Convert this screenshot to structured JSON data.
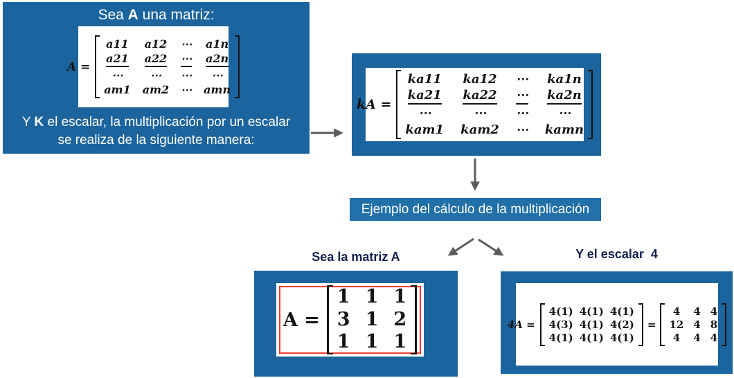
{
  "colors": {
    "box_blue": "#1C649D",
    "bar_blue": "#2170A8",
    "arrow_gray": "#5B5B5D",
    "title_navy": "#13204E",
    "red_frame": "#F23B31",
    "matrix_ink": "#141414",
    "card_white": "#FFFFFF"
  },
  "intro": {
    "title_parts": [
      "Sea ",
      "A",
      " una matriz:"
    ],
    "lhs": "A =",
    "matrix": {
      "rows": [
        [
          "a11",
          "a12",
          "⋯",
          "a1n"
        ],
        [
          "a21",
          "a22",
          "⋯",
          "a2n"
        ],
        [
          "⋯",
          "⋯",
          "⋯",
          "⋯"
        ],
        [
          "am1",
          "am2",
          "⋯",
          "amn"
        ]
      ],
      "underline_row": 1
    },
    "caption_parts": [
      "Y ",
      "K",
      " el escalar, la multiplicación por un escalar"
    ],
    "caption_line2": "se realiza de la siguiente manera:"
  },
  "ka": {
    "lhs": "kA =",
    "matrix": {
      "rows": [
        [
          "ka11",
          "ka12",
          "⋯",
          "ka1n"
        ],
        [
          "ka21",
          "ka22",
          "⋯",
          "ka2n"
        ],
        [
          "⋯",
          "⋯",
          "⋯",
          "⋯"
        ],
        [
          "kam1",
          "kam2",
          "⋯",
          "kamn"
        ]
      ],
      "underline_row": 1
    }
  },
  "example_bar": {
    "label": "Ejemplo del cálculo de la multiplicación"
  },
  "matrix_a": {
    "title": "Sea la matriz A",
    "lhs": "A =",
    "matrix": {
      "rows": [
        [
          "1",
          "1",
          "1"
        ],
        [
          "3",
          "1",
          "2"
        ],
        [
          "1",
          "1",
          "1"
        ]
      ]
    }
  },
  "scalar": {
    "title": "Y el escalar  4",
    "lhs": "4A =",
    "expanded": {
      "rows": [
        [
          "4(1)",
          "4(1)",
          "4(1)"
        ],
        [
          "4(3)",
          "4(1)",
          "4(2)"
        ],
        [
          "4(1)",
          "4(1)",
          "4(1)"
        ]
      ]
    },
    "equals": "=",
    "result": {
      "rows": [
        [
          "4",
          "4",
          "4"
        ],
        [
          "12",
          "4",
          "8"
        ],
        [
          "4",
          "4",
          "4"
        ]
      ]
    }
  }
}
